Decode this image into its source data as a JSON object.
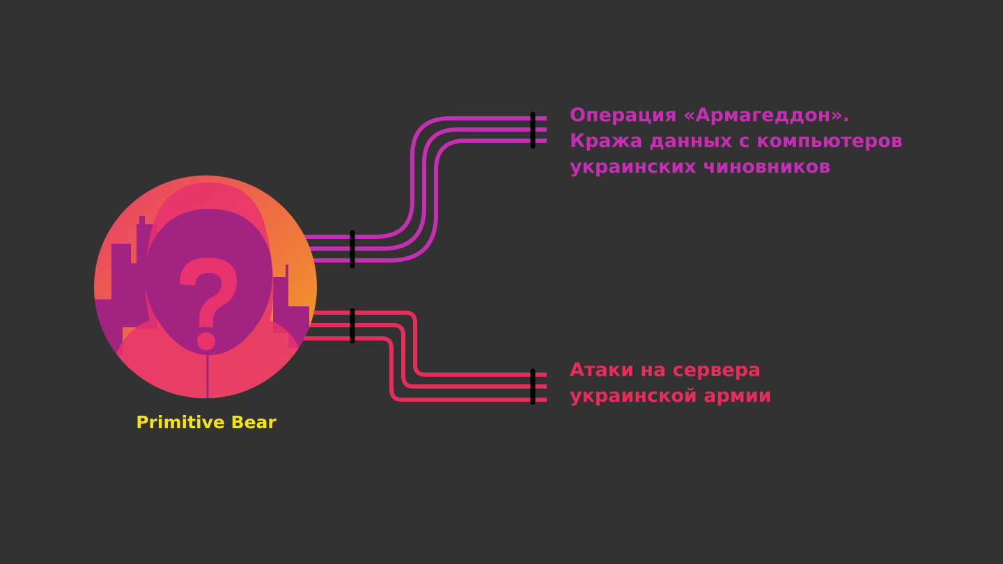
{
  "colors": {
    "background": "#323232",
    "top_branch": "#c42fb3",
    "bottom_branch": "#e82d5a",
    "actor_label": "#f2e21a",
    "connector_mark": "#000000",
    "avatar_gradient_top": "#e83a6a",
    "avatar_gradient_bottom": "#f4a51d",
    "avatar_hood": "#a32380",
    "avatar_question": "#e8326e"
  },
  "actor": {
    "name": "Primitive Bear",
    "avatar_icon": "hooded-hacker-question-mark-icon"
  },
  "branches": [
    {
      "id": "top",
      "lines": [
        "Операция «Армагеддон».",
        "Кража данных с компьютеров",
        "украинских чиновников"
      ]
    },
    {
      "id": "bottom",
      "lines": [
        "Атаки на сервера",
        "украинской армии"
      ]
    }
  ]
}
